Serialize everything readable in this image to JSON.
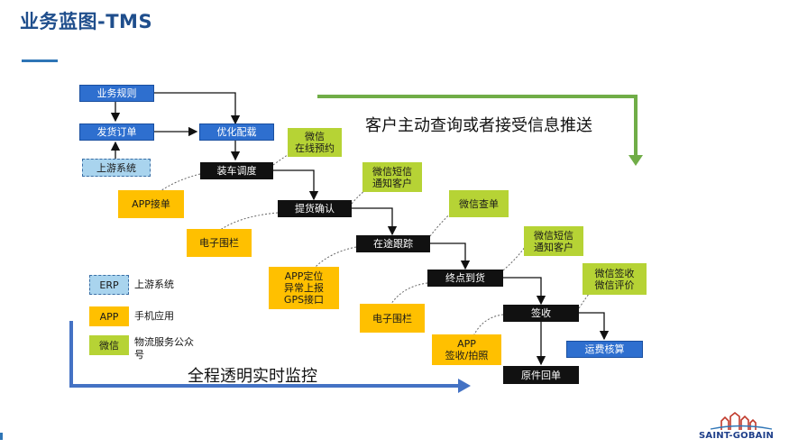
{
  "title": "业务蓝图-TMS",
  "nodes": {
    "rules": "业务规则",
    "order": "发货订单",
    "optimize": "优化配载",
    "upstream": "上游系统",
    "dispatch": "装车调度",
    "pickup": "提货确认",
    "transit": "在途跟踪",
    "arrival": "终点到货",
    "sign": "签收",
    "freight": "运费核算",
    "receipt": "原件回单"
  },
  "callouts": {
    "wx_booking": "微信\n在线预约",
    "app_accept": "APP接单",
    "wx_notify1": "微信短信\n通知客户",
    "fence1": "电子围栏",
    "wx_query": "微信查单",
    "app_locate": "APP定位\n异常上报\nGPS接口",
    "wx_notify2": "微信短信\n通知客户",
    "fence2": "电子围栏",
    "wx_sign_eval": "微信签收\n微信评价",
    "app_sign": "APP\n签收/拍照"
  },
  "banners": {
    "top": "客户主动查询或者接受信息推送",
    "bottom": "全程透明实时监控"
  },
  "legend": [
    {
      "tag": "ERP",
      "label": "上游系统"
    },
    {
      "tag": "APP",
      "label": "手机应用"
    },
    {
      "tag": "微信",
      "label": "物流服务公众\n号"
    }
  ],
  "logo": {
    "text": "SAINT-GOBAIN"
  },
  "colors": {
    "blue_box": "#2e6fcf",
    "black_box": "#111111",
    "upstream": "#a9d4ee",
    "app": "#ffc000",
    "wechat": "#b6d335",
    "green_arrow": "#70ad47",
    "blue_arrow": "#4472c4"
  }
}
